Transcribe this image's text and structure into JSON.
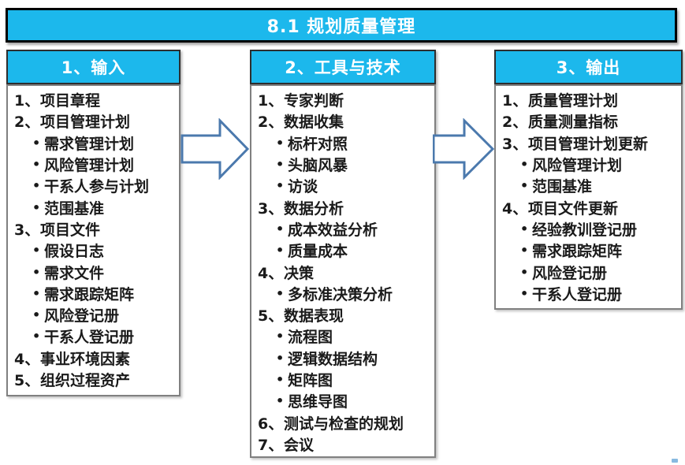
{
  "title": "8.1 规划质量管理",
  "colors": {
    "accent": "#1CB8EC",
    "arrow_stroke": "#4B79AD",
    "title_border": "#000000",
    "header_border": "#2E2E2E",
    "body_border": "#808080"
  },
  "columns": [
    {
      "header": "1、输入",
      "items": [
        {
          "type": "number",
          "marker": "1、",
          "text": "项目章程"
        },
        {
          "type": "number",
          "marker": "2、",
          "text": "项目管理计划"
        },
        {
          "type": "bullet",
          "marker": "•",
          "text": "需求管理计划"
        },
        {
          "type": "bullet",
          "marker": "•",
          "text": "风险管理计划"
        },
        {
          "type": "bullet",
          "marker": "•",
          "text": "干系人参与计划"
        },
        {
          "type": "bullet",
          "marker": "•",
          "text": "范围基准"
        },
        {
          "type": "number",
          "marker": "3、",
          "text": "项目文件"
        },
        {
          "type": "bullet",
          "marker": "•",
          "text": "假设日志"
        },
        {
          "type": "bullet",
          "marker": "•",
          "text": "需求文件"
        },
        {
          "type": "bullet",
          "marker": "•",
          "text": "需求跟踪矩阵"
        },
        {
          "type": "bullet",
          "marker": "•",
          "text": "风险登记册"
        },
        {
          "type": "bullet",
          "marker": "•",
          "text": "干系人登记册"
        },
        {
          "type": "number",
          "marker": "4、",
          "text": "事业环境因素"
        },
        {
          "type": "number",
          "marker": "5、",
          "text": "组织过程资产"
        }
      ]
    },
    {
      "header": "2、工具与技术",
      "items": [
        {
          "type": "number",
          "marker": "1、",
          "text": "专家判断"
        },
        {
          "type": "number",
          "marker": "2、",
          "text": "数据收集"
        },
        {
          "type": "bullet",
          "marker": "•",
          "text": "标杆对照"
        },
        {
          "type": "bullet",
          "marker": "•",
          "text": "头脑风暴"
        },
        {
          "type": "bullet",
          "marker": "•",
          "text": "访谈"
        },
        {
          "type": "number",
          "marker": "3、",
          "text": "数据分析"
        },
        {
          "type": "bullet",
          "marker": "•",
          "text": "成本效益分析"
        },
        {
          "type": "bullet",
          "marker": "•",
          "text": "质量成本"
        },
        {
          "type": "number",
          "marker": "4、",
          "text": "决策"
        },
        {
          "type": "bullet",
          "marker": "•",
          "text": "多标准决策分析"
        },
        {
          "type": "number",
          "marker": "5、",
          "text": "数据表现"
        },
        {
          "type": "bullet",
          "marker": "•",
          "text": "流程图"
        },
        {
          "type": "bullet",
          "marker": "•",
          "text": "逻辑数据结构"
        },
        {
          "type": "bullet",
          "marker": "•",
          "text": "矩阵图"
        },
        {
          "type": "bullet",
          "marker": "•",
          "text": "思维导图"
        },
        {
          "type": "number",
          "marker": "6、",
          "text": "测试与检查的规划"
        },
        {
          "type": "number",
          "marker": "7、",
          "text": "会议"
        }
      ]
    },
    {
      "header": "3、输出",
      "items": [
        {
          "type": "number",
          "marker": "1、",
          "text": "质量管理计划"
        },
        {
          "type": "number",
          "marker": "2、",
          "text": "质量测量指标"
        },
        {
          "type": "number",
          "marker": "3、",
          "text": "项目管理计划更新"
        },
        {
          "type": "bullet",
          "marker": "•",
          "text": "风险管理计划"
        },
        {
          "type": "bullet",
          "marker": "•",
          "text": "范围基准"
        },
        {
          "type": "number",
          "marker": "4、",
          "text": "项目文件更新"
        },
        {
          "type": "bullet",
          "marker": "•",
          "text": "经验教训登记册"
        },
        {
          "type": "bullet",
          "marker": "•",
          "text": "需求跟踪矩阵"
        },
        {
          "type": "bullet",
          "marker": "•",
          "text": "风险登记册"
        },
        {
          "type": "bullet",
          "marker": "•",
          "text": "干系人登记册"
        }
      ]
    }
  ]
}
